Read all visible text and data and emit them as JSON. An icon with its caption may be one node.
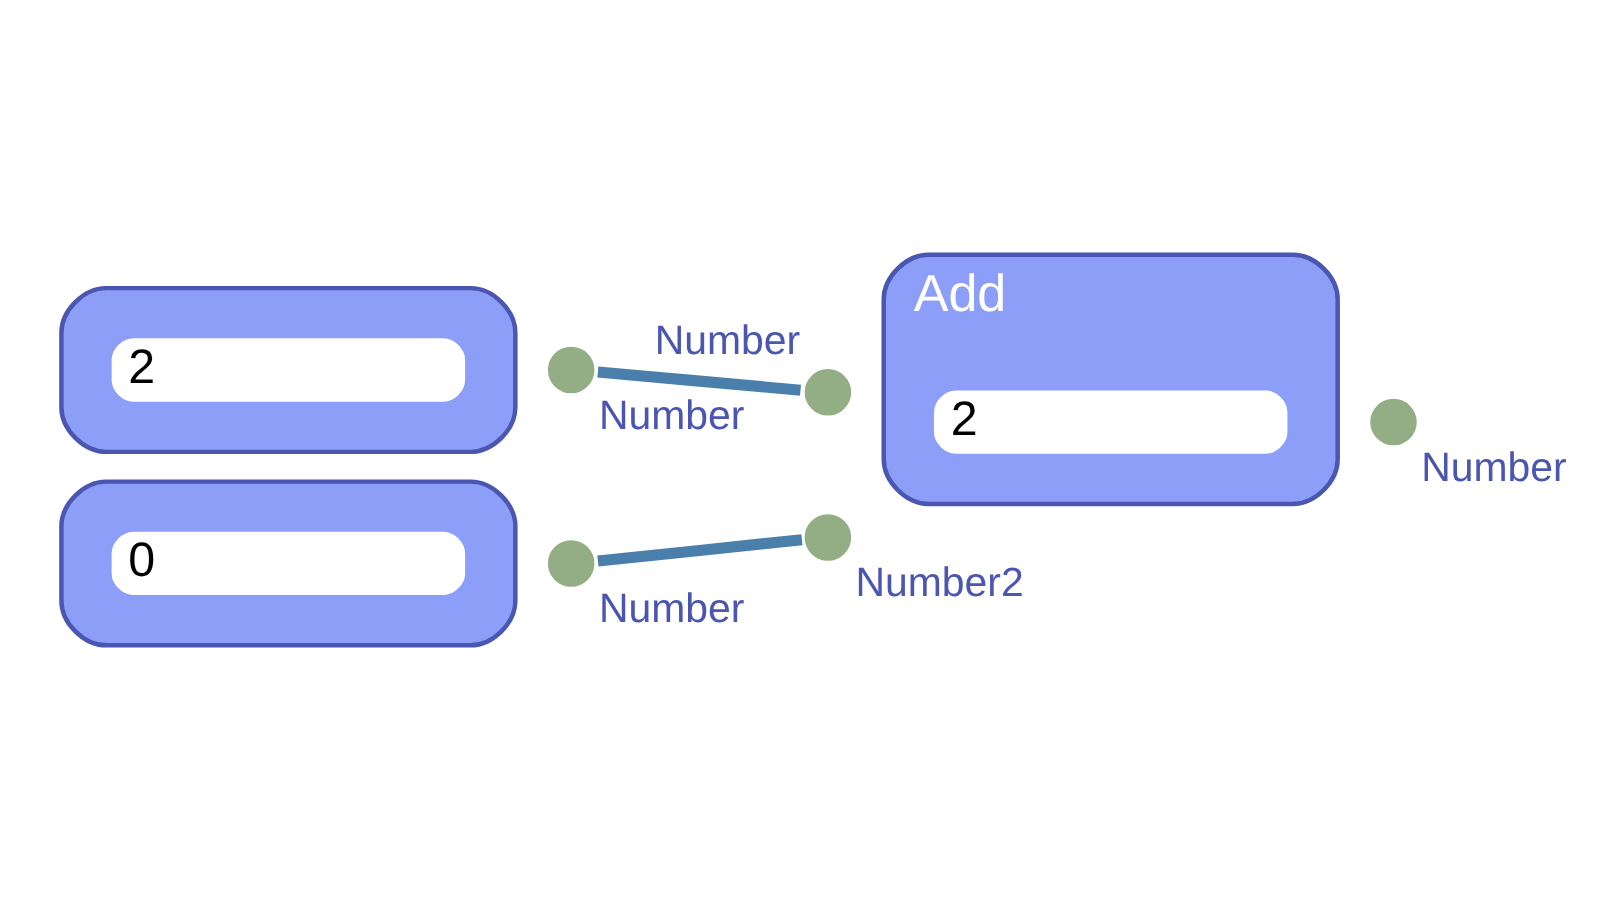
{
  "diagram": {
    "nodes": [
      {
        "text": [],
        "shape": "box"
      },
      {
        "text": [],
        "shape": "circle",
        "beside": [
          "Number"
        ]
      },
      {
        "text": [
          "2"
        ],
        "in": 0
      },
      {
        "text": [],
        "shape": "box"
      },
      {
        "text": [],
        "shape": "circle",
        "beside": [
          "Number"
        ]
      },
      {
        "text": [
          "0"
        ],
        "in": 3
      },
      {
        "text": [
          "Add"
        ]
      },
      {
        "text": [],
        "shape": "circle",
        "beside": [
          "Number"
        ]
      },
      {
        "text": [
          "2"
        ],
        "in": 6
      },
      {
        "text": [],
        "shape": "circle",
        "beside": [
          "Number"
        ]
      },
      {
        "text": [],
        "shape": "circle",
        "beside": [
          "Number2"
        ]
      }
    ],
    "edges": [
      {
        "from": 1,
        "to": 9,
        "arrow": "none"
      },
      {
        "from": 4,
        "to": 10,
        "arrow": "none"
      }
    ]
  }
}
